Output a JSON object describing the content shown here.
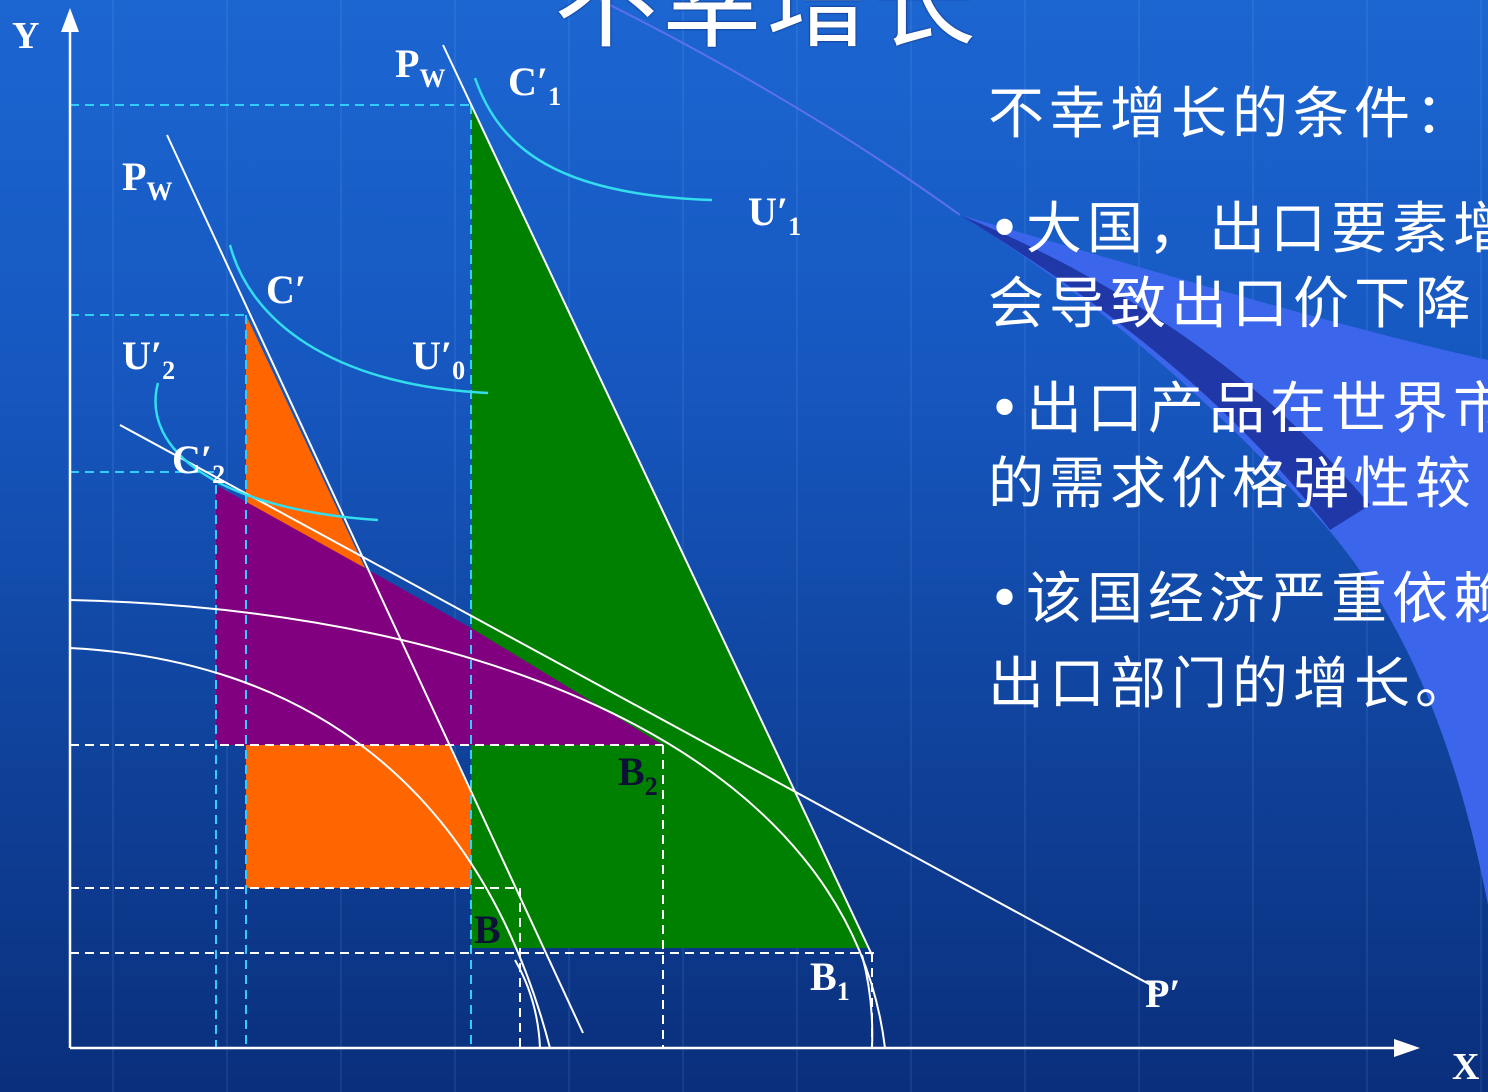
{
  "slide": {
    "title": "不幸增长",
    "conditions": {
      "heading": "不幸增长的条件：",
      "lines": [
        "•大国，出口要素增",
        "会导致出口价下降",
        "•出口产品在世界市",
        "的需求价格弹性较",
        "•该国经济严重依赖",
        "出口部门的增长。"
      ]
    }
  },
  "diagram": {
    "axis": {
      "y": "Y",
      "x": "X"
    },
    "labels": {
      "pw_top": {
        "main": "P",
        "sub": "W"
      },
      "c1": {
        "main": "C′",
        "sub": "1"
      },
      "u1": {
        "main": "U′",
        "sub": "1"
      },
      "pw_mid": {
        "main": "P",
        "sub": "W"
      },
      "c": {
        "main": "C′"
      },
      "u2": {
        "main": "U′",
        "sub": "2"
      },
      "u0": {
        "main": "U′",
        "sub": "0"
      },
      "c2": {
        "main": "C′",
        "sub": "2"
      },
      "b2": {
        "main": "B",
        "sub": "2"
      },
      "b": {
        "main": "B"
      },
      "b1": {
        "main": "B",
        "sub": "1"
      },
      "p_prime": {
        "main": "P′"
      }
    }
  },
  "colors": {
    "orange_area": "#ff6600",
    "green_area": "#008000",
    "purple_area": "#800080",
    "dashed_cyan": "#33ccff",
    "curve_cyan": "#33ddee",
    "line_white": "#ffffff",
    "swoosh_light": "#3b66ec",
    "swoosh_shadow": "#1c2f9c"
  }
}
